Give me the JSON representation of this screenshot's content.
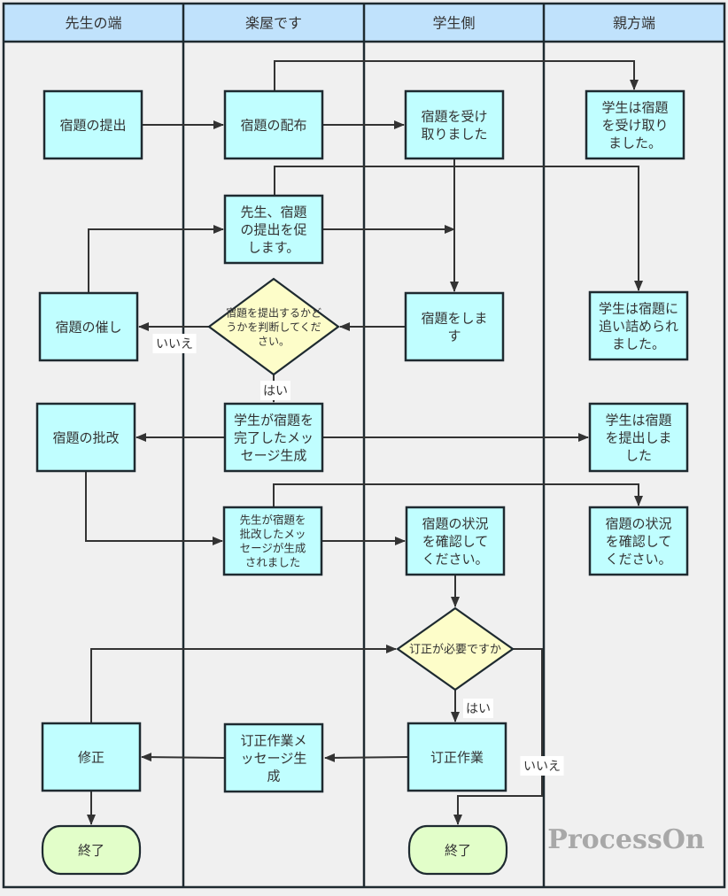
{
  "diagram": {
    "type": "swimlane-flowchart",
    "watermark": "ProcessOn",
    "colors": {
      "header": "#c0e2fc",
      "process": "#c0feff",
      "decision": "#fdfdc9",
      "terminal": "#e2fec9",
      "line": "#333333",
      "background": "#f0f0f0"
    },
    "lanes": [
      {
        "id": "teacher",
        "label": "先生の端"
      },
      {
        "id": "backstage",
        "label": "楽屋です"
      },
      {
        "id": "student",
        "label": "学生側"
      },
      {
        "id": "parent",
        "label": "親方端"
      }
    ],
    "nodes": [
      {
        "id": "n1",
        "lane": "teacher",
        "shape": "process",
        "lines": [
          "宿題の提出"
        ]
      },
      {
        "id": "n2",
        "lane": "backstage",
        "shape": "process",
        "lines": [
          "宿題の配布"
        ]
      },
      {
        "id": "n3",
        "lane": "student",
        "shape": "process",
        "lines": [
          "宿題を受け",
          "取りました"
        ]
      },
      {
        "id": "n4",
        "lane": "parent",
        "shape": "process",
        "lines": [
          "学生は宿題",
          "を受け取り",
          "ました。"
        ]
      },
      {
        "id": "n5",
        "lane": "backstage",
        "shape": "process",
        "lines": [
          "先生、宿題",
          "の提出を促",
          "します。"
        ]
      },
      {
        "id": "n6",
        "lane": "teacher",
        "shape": "process",
        "lines": [
          "宿題の催し"
        ]
      },
      {
        "id": "n7",
        "lane": "backstage",
        "shape": "decision",
        "lines": [
          "宿題を提出するかど",
          "うかを判断してくだ",
          "さい。"
        ]
      },
      {
        "id": "n8",
        "lane": "student",
        "shape": "process",
        "lines": [
          "宿題をしま",
          "す"
        ]
      },
      {
        "id": "n9",
        "lane": "parent",
        "shape": "process",
        "lines": [
          "学生は宿題に",
          "追い詰められ",
          "ました。"
        ]
      },
      {
        "id": "n10",
        "lane": "teacher",
        "shape": "process",
        "lines": [
          "宿題の批改"
        ]
      },
      {
        "id": "n11",
        "lane": "backstage",
        "shape": "process",
        "lines": [
          "学生が宿題を",
          "完了したメッ",
          "セージ生成"
        ]
      },
      {
        "id": "n12",
        "lane": "parent",
        "shape": "process",
        "lines": [
          "学生は宿題",
          "を提出しま",
          "した"
        ]
      },
      {
        "id": "n13",
        "lane": "backstage",
        "shape": "process",
        "lines": [
          "先生が宿題を",
          "批改したメッ",
          "セージが生成",
          "されました"
        ]
      },
      {
        "id": "n14",
        "lane": "student",
        "shape": "process",
        "lines": [
          "宿題の状況",
          "を確認して",
          "ください。"
        ]
      },
      {
        "id": "n15",
        "lane": "parent",
        "shape": "process",
        "lines": [
          "宿題の状況",
          "を確認して",
          "ください。"
        ]
      },
      {
        "id": "n16",
        "lane": "student",
        "shape": "decision",
        "lines": [
          "订正が必要ですか"
        ]
      },
      {
        "id": "n17",
        "lane": "teacher",
        "shape": "process",
        "lines": [
          "修正"
        ]
      },
      {
        "id": "n18",
        "lane": "backstage",
        "shape": "process",
        "lines": [
          "订正作業メ",
          "ッセージ生",
          "成"
        ]
      },
      {
        "id": "n19",
        "lane": "student",
        "shape": "process",
        "lines": [
          "订正作業"
        ]
      },
      {
        "id": "n20",
        "lane": "teacher",
        "shape": "terminal",
        "lines": [
          "終了"
        ]
      },
      {
        "id": "n21",
        "lane": "student",
        "shape": "terminal",
        "lines": [
          "終了"
        ]
      }
    ],
    "edges": [
      {
        "from": "n1",
        "to": "n2",
        "label": ""
      },
      {
        "from": "n2",
        "to": "n3",
        "label": ""
      },
      {
        "from": "n2",
        "to": "n4",
        "label": ""
      },
      {
        "from": "n3",
        "to": "n8",
        "label": ""
      },
      {
        "from": "n5",
        "to": "n8",
        "label": ""
      },
      {
        "from": "n5",
        "to": "n9",
        "label": ""
      },
      {
        "from": "n6",
        "to": "n5",
        "label": ""
      },
      {
        "from": "n8",
        "to": "n7",
        "label": ""
      },
      {
        "from": "n7",
        "to": "n6",
        "label": "いいえ"
      },
      {
        "from": "n7",
        "to": "n11",
        "label": "はい"
      },
      {
        "from": "n11",
        "to": "n10",
        "label": ""
      },
      {
        "from": "n11",
        "to": "n12",
        "label": ""
      },
      {
        "from": "n10",
        "to": "n13",
        "label": ""
      },
      {
        "from": "n13",
        "to": "n14",
        "label": ""
      },
      {
        "from": "n13",
        "to": "n15",
        "label": ""
      },
      {
        "from": "n14",
        "to": "n16",
        "label": ""
      },
      {
        "from": "n16",
        "to": "n19",
        "label": "はい"
      },
      {
        "from": "n16",
        "to": "n21",
        "label": "いいえ"
      },
      {
        "from": "n19",
        "to": "n18",
        "label": ""
      },
      {
        "from": "n18",
        "to": "n17",
        "label": ""
      },
      {
        "from": "n17",
        "to": "n16",
        "label": ""
      },
      {
        "from": "n17",
        "to": "n20",
        "label": ""
      }
    ]
  }
}
